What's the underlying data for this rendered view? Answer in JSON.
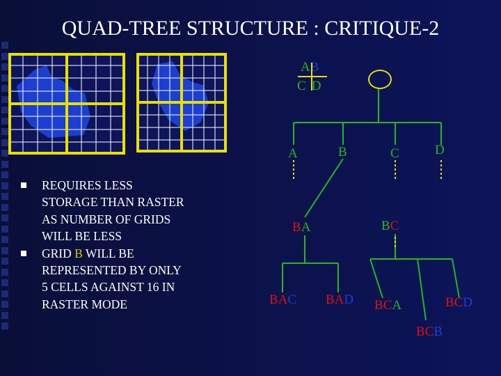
{
  "title": "QUAD-TREE STRUCTURE : CRITIQUE-2",
  "bullets": [
    {
      "text": "REQUIRES LESS STORAGE THAN RASTER AS NUMBER OF GRIDS WILL BE LESS"
    },
    {
      "pre": "GRID ",
      "hl": "B",
      "post": " WILL BE REPRESENTED BY ONLY 5 CELLS AGAINST 16 IN RASTER MODE"
    }
  ],
  "root_label": {
    "a": "A",
    "b": "B",
    "c": "C",
    "d": "D"
  },
  "level1": {
    "a": "A",
    "b": "B",
    "c": "C",
    "d": "D"
  },
  "level2": {
    "ba": {
      "p": "B",
      "q": "A"
    },
    "bc": {
      "p": "B",
      "q": "C"
    }
  },
  "level3": {
    "bac": {
      "p": "B",
      "q": "A",
      "r": "C"
    },
    "bad": {
      "p": "B",
      "q": "A",
      "r": "D"
    },
    "bca": {
      "p": "B",
      "q": "C",
      "r": "A"
    },
    "bcb": {
      "p": "B",
      "q": "C",
      "r": "B"
    },
    "bcd": {
      "p": "B",
      "q": "C",
      "r": "D"
    }
  },
  "colors": {
    "yellow": "#e8e000",
    "blue": "#1d3fd0",
    "green": "#1fb81f",
    "red": "#e01010",
    "highlight": "#d4c300"
  }
}
